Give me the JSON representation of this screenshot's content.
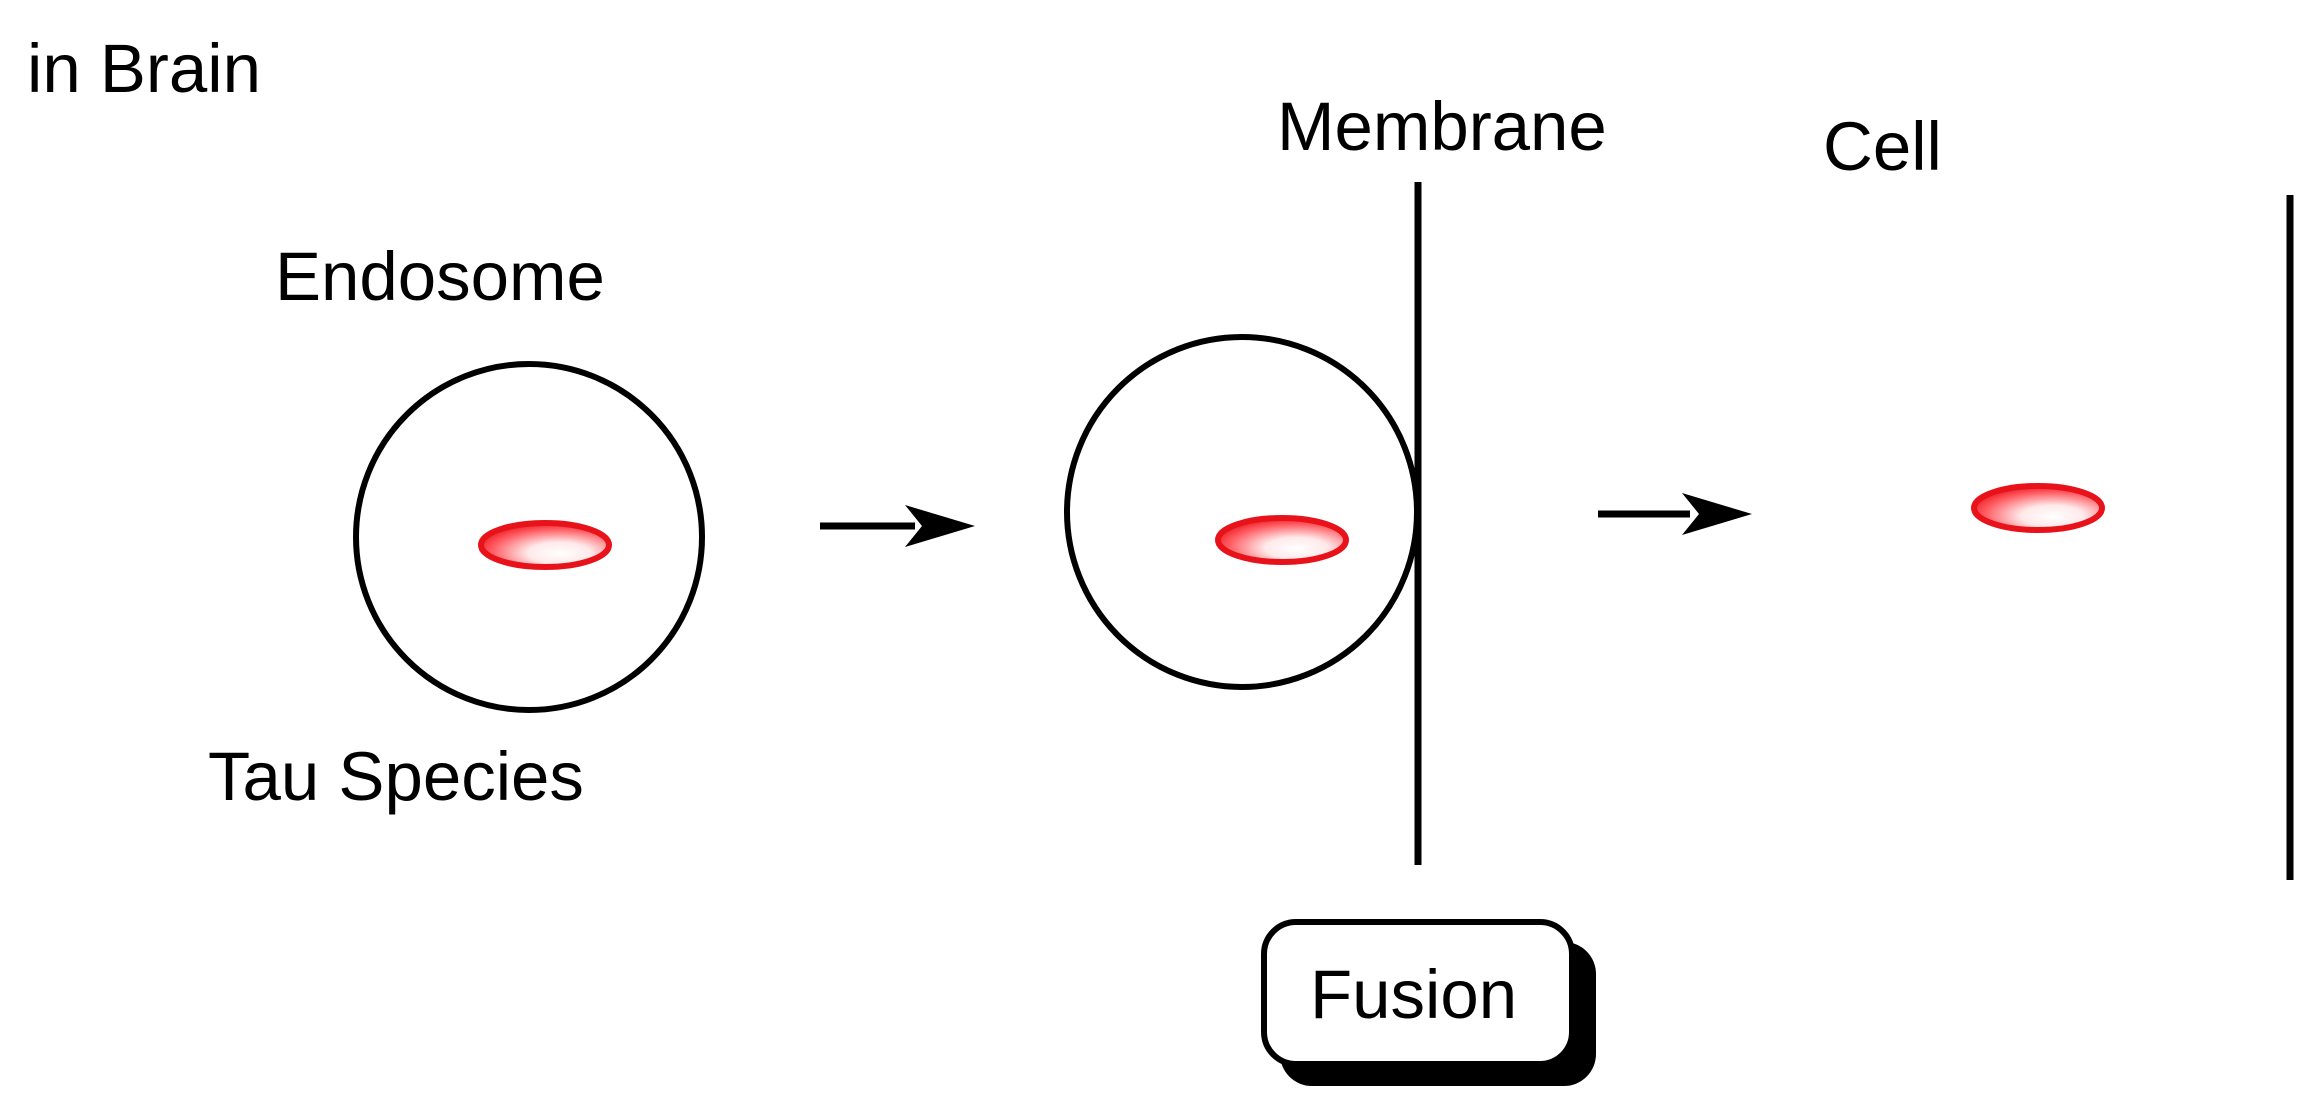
{
  "labels": {
    "context": "in Brain",
    "endosome": "Endosome",
    "tau_species": "Tau Species",
    "membrane": "Membrane",
    "cell": "Cell",
    "fusion": "Fusion"
  },
  "colors": {
    "tau_outline": "#e8121a",
    "tau_fill_highlight": "#ffffff",
    "line": "#000000",
    "background": "#ffffff"
  }
}
